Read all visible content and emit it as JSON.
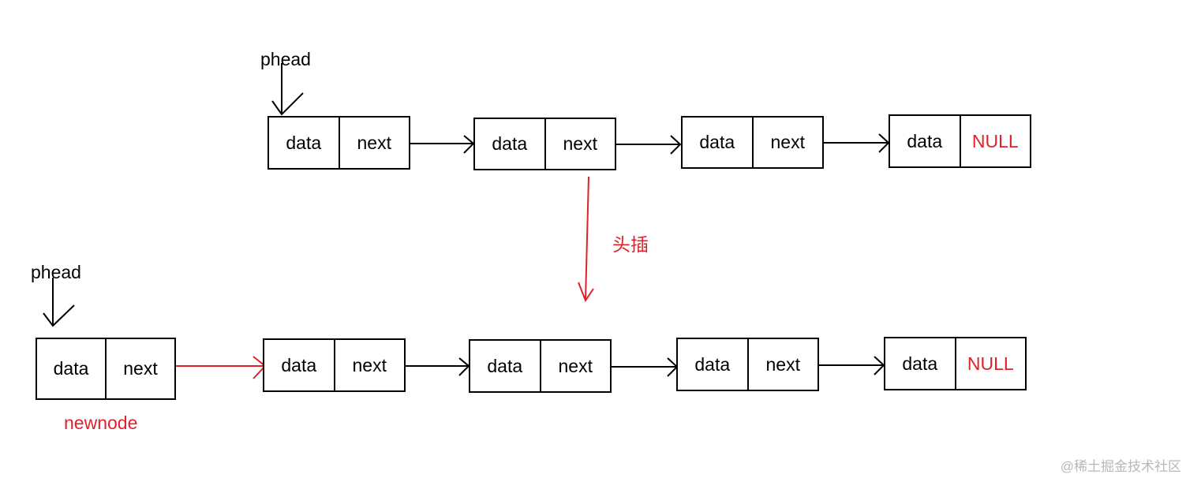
{
  "colors": {
    "line": "#000000",
    "accent": "#e0212b",
    "watermark": "#b8b8b8"
  },
  "before": {
    "head_label": "phead",
    "nodes": [
      {
        "data": "data",
        "next": "next"
      },
      {
        "data": "data",
        "next": "next"
      },
      {
        "data": "data",
        "next": "next"
      },
      {
        "data": "data",
        "next": "NULL"
      }
    ]
  },
  "operation": {
    "label": "头插"
  },
  "after": {
    "head_label": "phead",
    "new_node": {
      "data": "data",
      "next": "next",
      "caption": "newnode"
    },
    "nodes": [
      {
        "data": "data",
        "next": "next"
      },
      {
        "data": "data",
        "next": "next"
      },
      {
        "data": "data",
        "next": "next"
      },
      {
        "data": "data",
        "next": "NULL"
      }
    ]
  },
  "watermark": "@稀土掘金技术社区"
}
